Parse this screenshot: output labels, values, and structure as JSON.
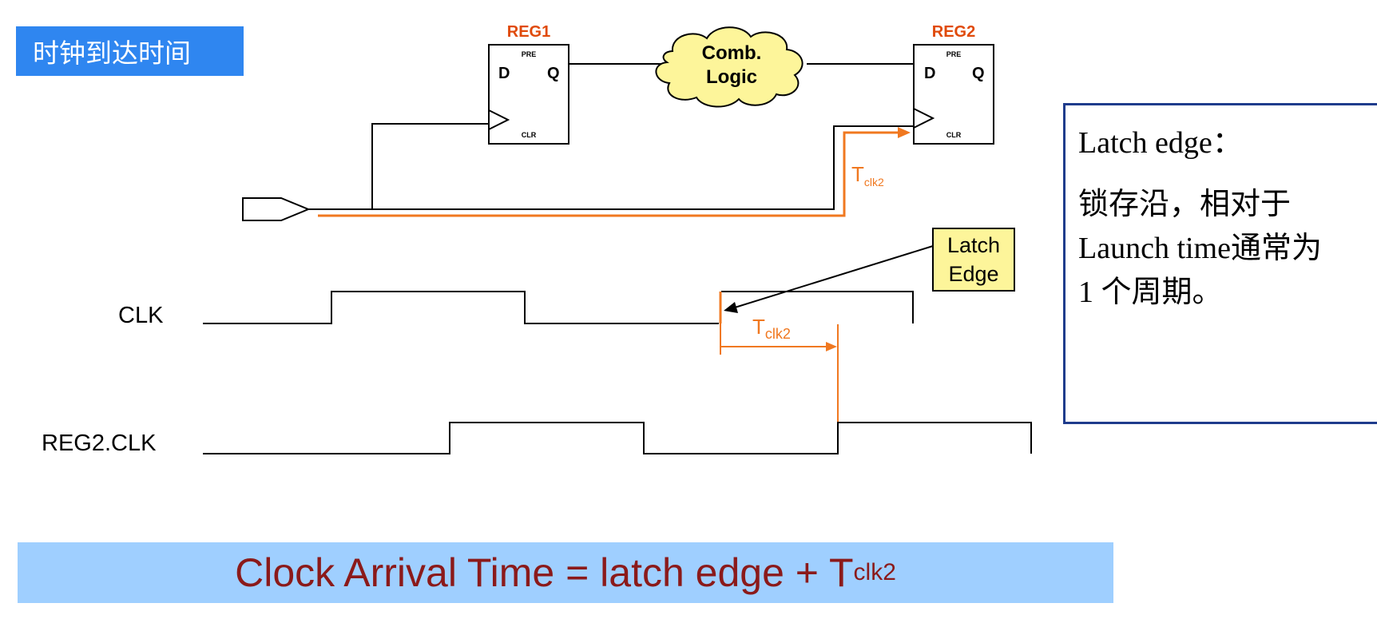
{
  "title": "时钟到达时间",
  "circuit": {
    "reg1_label": "REG1",
    "reg2_label": "REG2",
    "comb_logic_line1": "Comb.",
    "comb_logic_line2": "Logic",
    "pin_d": "D",
    "pin_q": "Q",
    "pin_pre": "PRE",
    "pin_clr": "CLR",
    "tclk2_main": "T",
    "tclk2_sub": "clk2"
  },
  "waveforms": {
    "clk_label": "CLK",
    "reg2_clk_label": "REG2.CLK",
    "latch_edge_line1": "Latch",
    "latch_edge_line2": "Edge",
    "tclk2_main": "T",
    "tclk2_sub": "clk2"
  },
  "note": {
    "line1": "Latch edge：",
    "line2": "锁存沿，相对于",
    "line3": "Launch time通常为",
    "line4": "1 个周期。"
  },
  "formula": {
    "main": "Clock Arrival Time = latch edge + T",
    "sub": "clk2"
  },
  "colors": {
    "title_bg": "#2f86f0",
    "reg_label": "#e04a0a",
    "orange_path": "#f07820",
    "latch_box_bg": "#fdf59a",
    "note_border": "#1f3c8c",
    "formula_bg": "#9fcfff",
    "formula_text": "#8b1a1a"
  }
}
